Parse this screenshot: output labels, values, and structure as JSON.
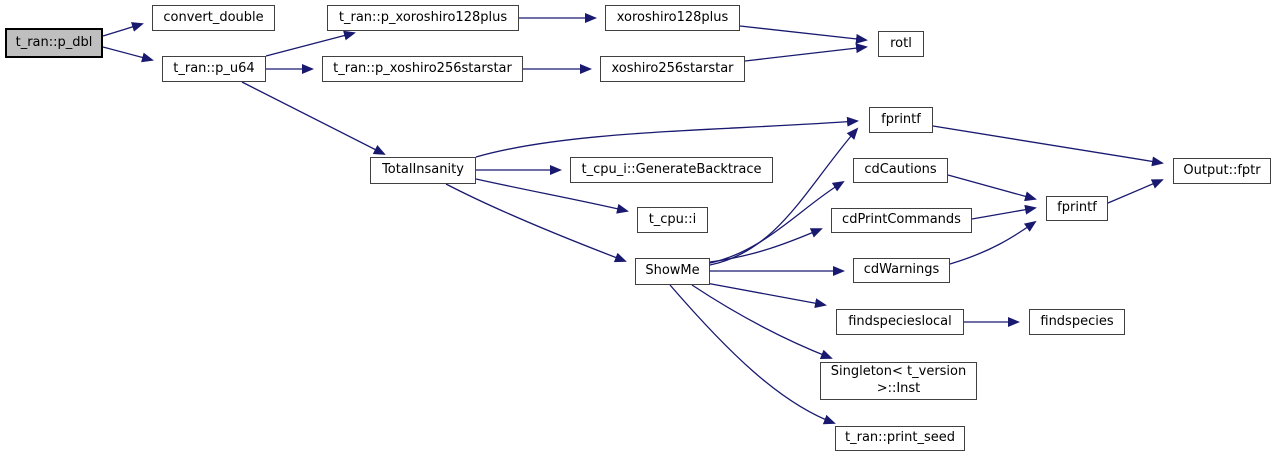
{
  "diagram": {
    "type": "call-graph",
    "background_color": "#ffffff",
    "edge_color": "#191970",
    "node_border_color": "#404040",
    "node_fill_color": "#ffffff",
    "highlight_fill_color": "#bfbfbf",
    "text_color": "#000000"
  },
  "nodes": [
    {
      "id": "t_ran_p_dbl",
      "label": "t_ran::p_dbl",
      "highlighted": true
    },
    {
      "id": "convert_double",
      "label": "convert_double",
      "highlighted": false
    },
    {
      "id": "t_ran_p_u64",
      "label": "t_ran::p_u64",
      "highlighted": false
    },
    {
      "id": "t_ran_p_xoroshiro128plus",
      "label": "t_ran::p_xoroshiro128plus",
      "highlighted": false
    },
    {
      "id": "xoroshiro128plus",
      "label": "xoroshiro128plus",
      "highlighted": false
    },
    {
      "id": "t_ran_p_xoshiro256starstar",
      "label": "t_ran::p_xoshiro256starstar",
      "highlighted": false
    },
    {
      "id": "xoshiro256starstar",
      "label": "xoshiro256starstar",
      "highlighted": false
    },
    {
      "id": "rotl",
      "label": "rotl",
      "highlighted": false
    },
    {
      "id": "TotalInsanity",
      "label": "TotalInsanity",
      "highlighted": false
    },
    {
      "id": "fprintf_1",
      "label": "fprintf",
      "highlighted": false
    },
    {
      "id": "t_cpu_i_GenerateBacktrace",
      "label": "t_cpu_i::GenerateBacktrace",
      "highlighted": false
    },
    {
      "id": "t_cpu_i",
      "label": "t_cpu::i",
      "highlighted": false
    },
    {
      "id": "ShowMe",
      "label": "ShowMe",
      "highlighted": false
    },
    {
      "id": "cdCautions",
      "label": "cdCautions",
      "highlighted": false
    },
    {
      "id": "cdPrintCommands",
      "label": "cdPrintCommands",
      "highlighted": false
    },
    {
      "id": "cdWarnings",
      "label": "cdWarnings",
      "highlighted": false
    },
    {
      "id": "fprintf_2",
      "label": "fprintf",
      "highlighted": false
    },
    {
      "id": "Output_fptr",
      "label": "Output::fptr",
      "highlighted": false
    },
    {
      "id": "findspecieslocal",
      "label": "findspecieslocal",
      "highlighted": false
    },
    {
      "id": "findspecies",
      "label": "findspecies",
      "highlighted": false
    },
    {
      "id": "Singleton_Inst",
      "label": "Singleton< t_version\n>::Inst",
      "highlighted": false
    },
    {
      "id": "t_ran_print_seed",
      "label": "t_ran::print_seed",
      "highlighted": false
    }
  ],
  "edges": [
    {
      "from": "t_ran_p_dbl",
      "to": "convert_double"
    },
    {
      "from": "t_ran_p_dbl",
      "to": "t_ran_p_u64"
    },
    {
      "from": "t_ran_p_u64",
      "to": "t_ran_p_xoroshiro128plus"
    },
    {
      "from": "t_ran_p_u64",
      "to": "t_ran_p_xoshiro256starstar"
    },
    {
      "from": "t_ran_p_u64",
      "to": "TotalInsanity"
    },
    {
      "from": "t_ran_p_xoroshiro128plus",
      "to": "xoroshiro128plus"
    },
    {
      "from": "t_ran_p_xoshiro256starstar",
      "to": "xoshiro256starstar"
    },
    {
      "from": "xoroshiro128plus",
      "to": "rotl"
    },
    {
      "from": "xoshiro256starstar",
      "to": "rotl"
    },
    {
      "from": "TotalInsanity",
      "to": "fprintf_1"
    },
    {
      "from": "TotalInsanity",
      "to": "t_cpu_i_GenerateBacktrace"
    },
    {
      "from": "TotalInsanity",
      "to": "t_cpu_i"
    },
    {
      "from": "TotalInsanity",
      "to": "ShowMe"
    },
    {
      "from": "ShowMe",
      "to": "fprintf_1"
    },
    {
      "from": "ShowMe",
      "to": "cdCautions"
    },
    {
      "from": "ShowMe",
      "to": "cdPrintCommands"
    },
    {
      "from": "ShowMe",
      "to": "cdWarnings"
    },
    {
      "from": "ShowMe",
      "to": "findspecieslocal"
    },
    {
      "from": "ShowMe",
      "to": "Singleton_Inst"
    },
    {
      "from": "ShowMe",
      "to": "t_ran_print_seed"
    },
    {
      "from": "cdCautions",
      "to": "fprintf_2"
    },
    {
      "from": "cdPrintCommands",
      "to": "fprintf_2"
    },
    {
      "from": "cdWarnings",
      "to": "fprintf_2"
    },
    {
      "from": "fprintf_1",
      "to": "Output_fptr"
    },
    {
      "from": "fprintf_2",
      "to": "Output_fptr"
    },
    {
      "from": "findspecieslocal",
      "to": "findspecies"
    }
  ]
}
